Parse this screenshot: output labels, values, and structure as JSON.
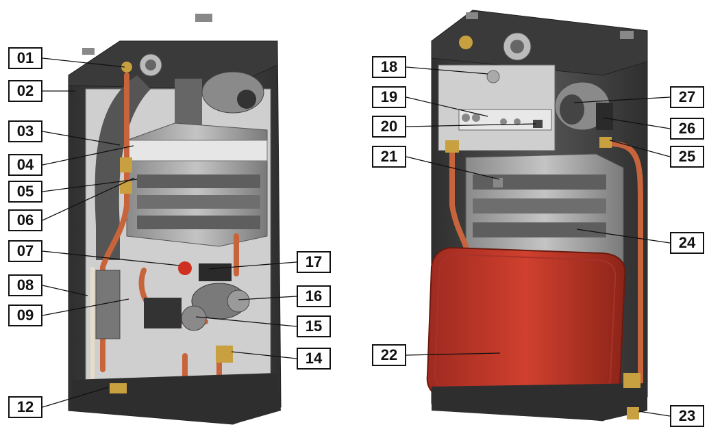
{
  "callouts": {
    "c01": "01",
    "c02": "02",
    "c03": "03",
    "c04": "04",
    "c05": "05",
    "c06": "06",
    "c07": "07",
    "c08": "08",
    "c09": "09",
    "c12": "12",
    "c14": "14",
    "c15": "15",
    "c16": "16",
    "c17": "17",
    "c18": "18",
    "c19": "19",
    "c20": "20",
    "c21": "21",
    "c22": "22",
    "c23": "23",
    "c24": "24",
    "c25": "25",
    "c26": "26",
    "c27": "27"
  },
  "colors": {
    "casing": "#4a4a4a",
    "panel": "#c8c8c8",
    "copper_pipe": "#c8643c",
    "expansion_vessel": "#c0392b",
    "brass": "#c8a040",
    "label_border": "#111111"
  }
}
